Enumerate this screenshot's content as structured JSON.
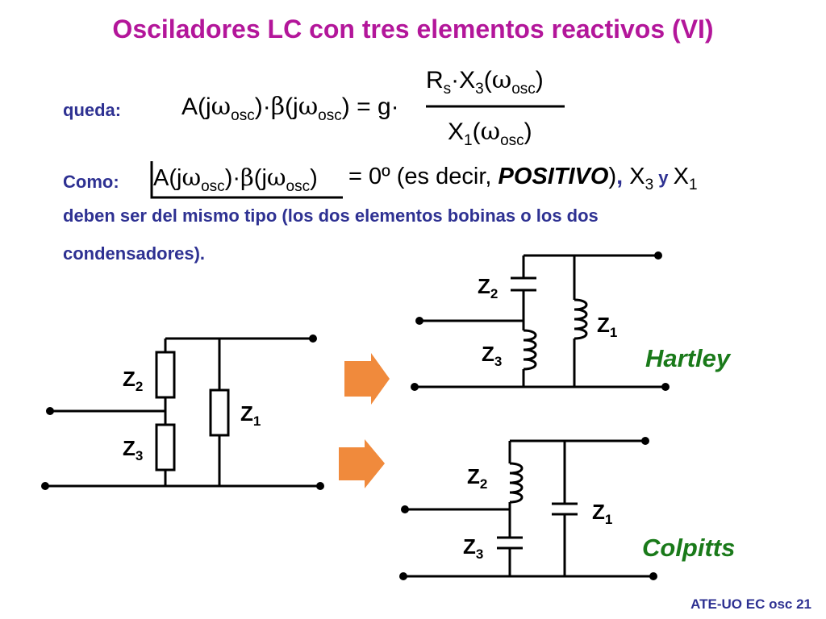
{
  "title": "Osciladores LC con tres elementos reactivos (VI)",
  "queda_label": "queda:",
  "equation": {
    "lhs_a": "A(j",
    "omega": "ω",
    "sub_osc": "osc",
    "close_dot": ")·",
    "beta": "β",
    "open_j": "(j",
    "close": ")",
    "equals_g": "= g·",
    "num_rs": "R",
    "sub_s": "s",
    "num_dot_x3": "·X",
    "sub_3": "3",
    "open_paren": "(",
    "den_x1": "X",
    "sub_1": "1"
  },
  "como": {
    "label": "Como:",
    "result": "= 0º (es decir, ",
    "positivo": "POSITIVO",
    "close": ")",
    "comma": ", ",
    "y": " y ",
    "line1_end": "X",
    "line2": "deben ser del mismo tipo (los dos elementos bobinas o los dos",
    "line3": "condensadores)."
  },
  "labels": {
    "z": "Z",
    "sub1": "1",
    "sub2": "2",
    "sub3": "3"
  },
  "hartley": "Hartley",
  "colpitts": "Colpitts",
  "footer": "ATE-UO EC osc 21",
  "colors": {
    "title": "#b3169a",
    "navy": "#2e3192",
    "green": "#1a7a1a",
    "arrow": "#f08a3c"
  }
}
